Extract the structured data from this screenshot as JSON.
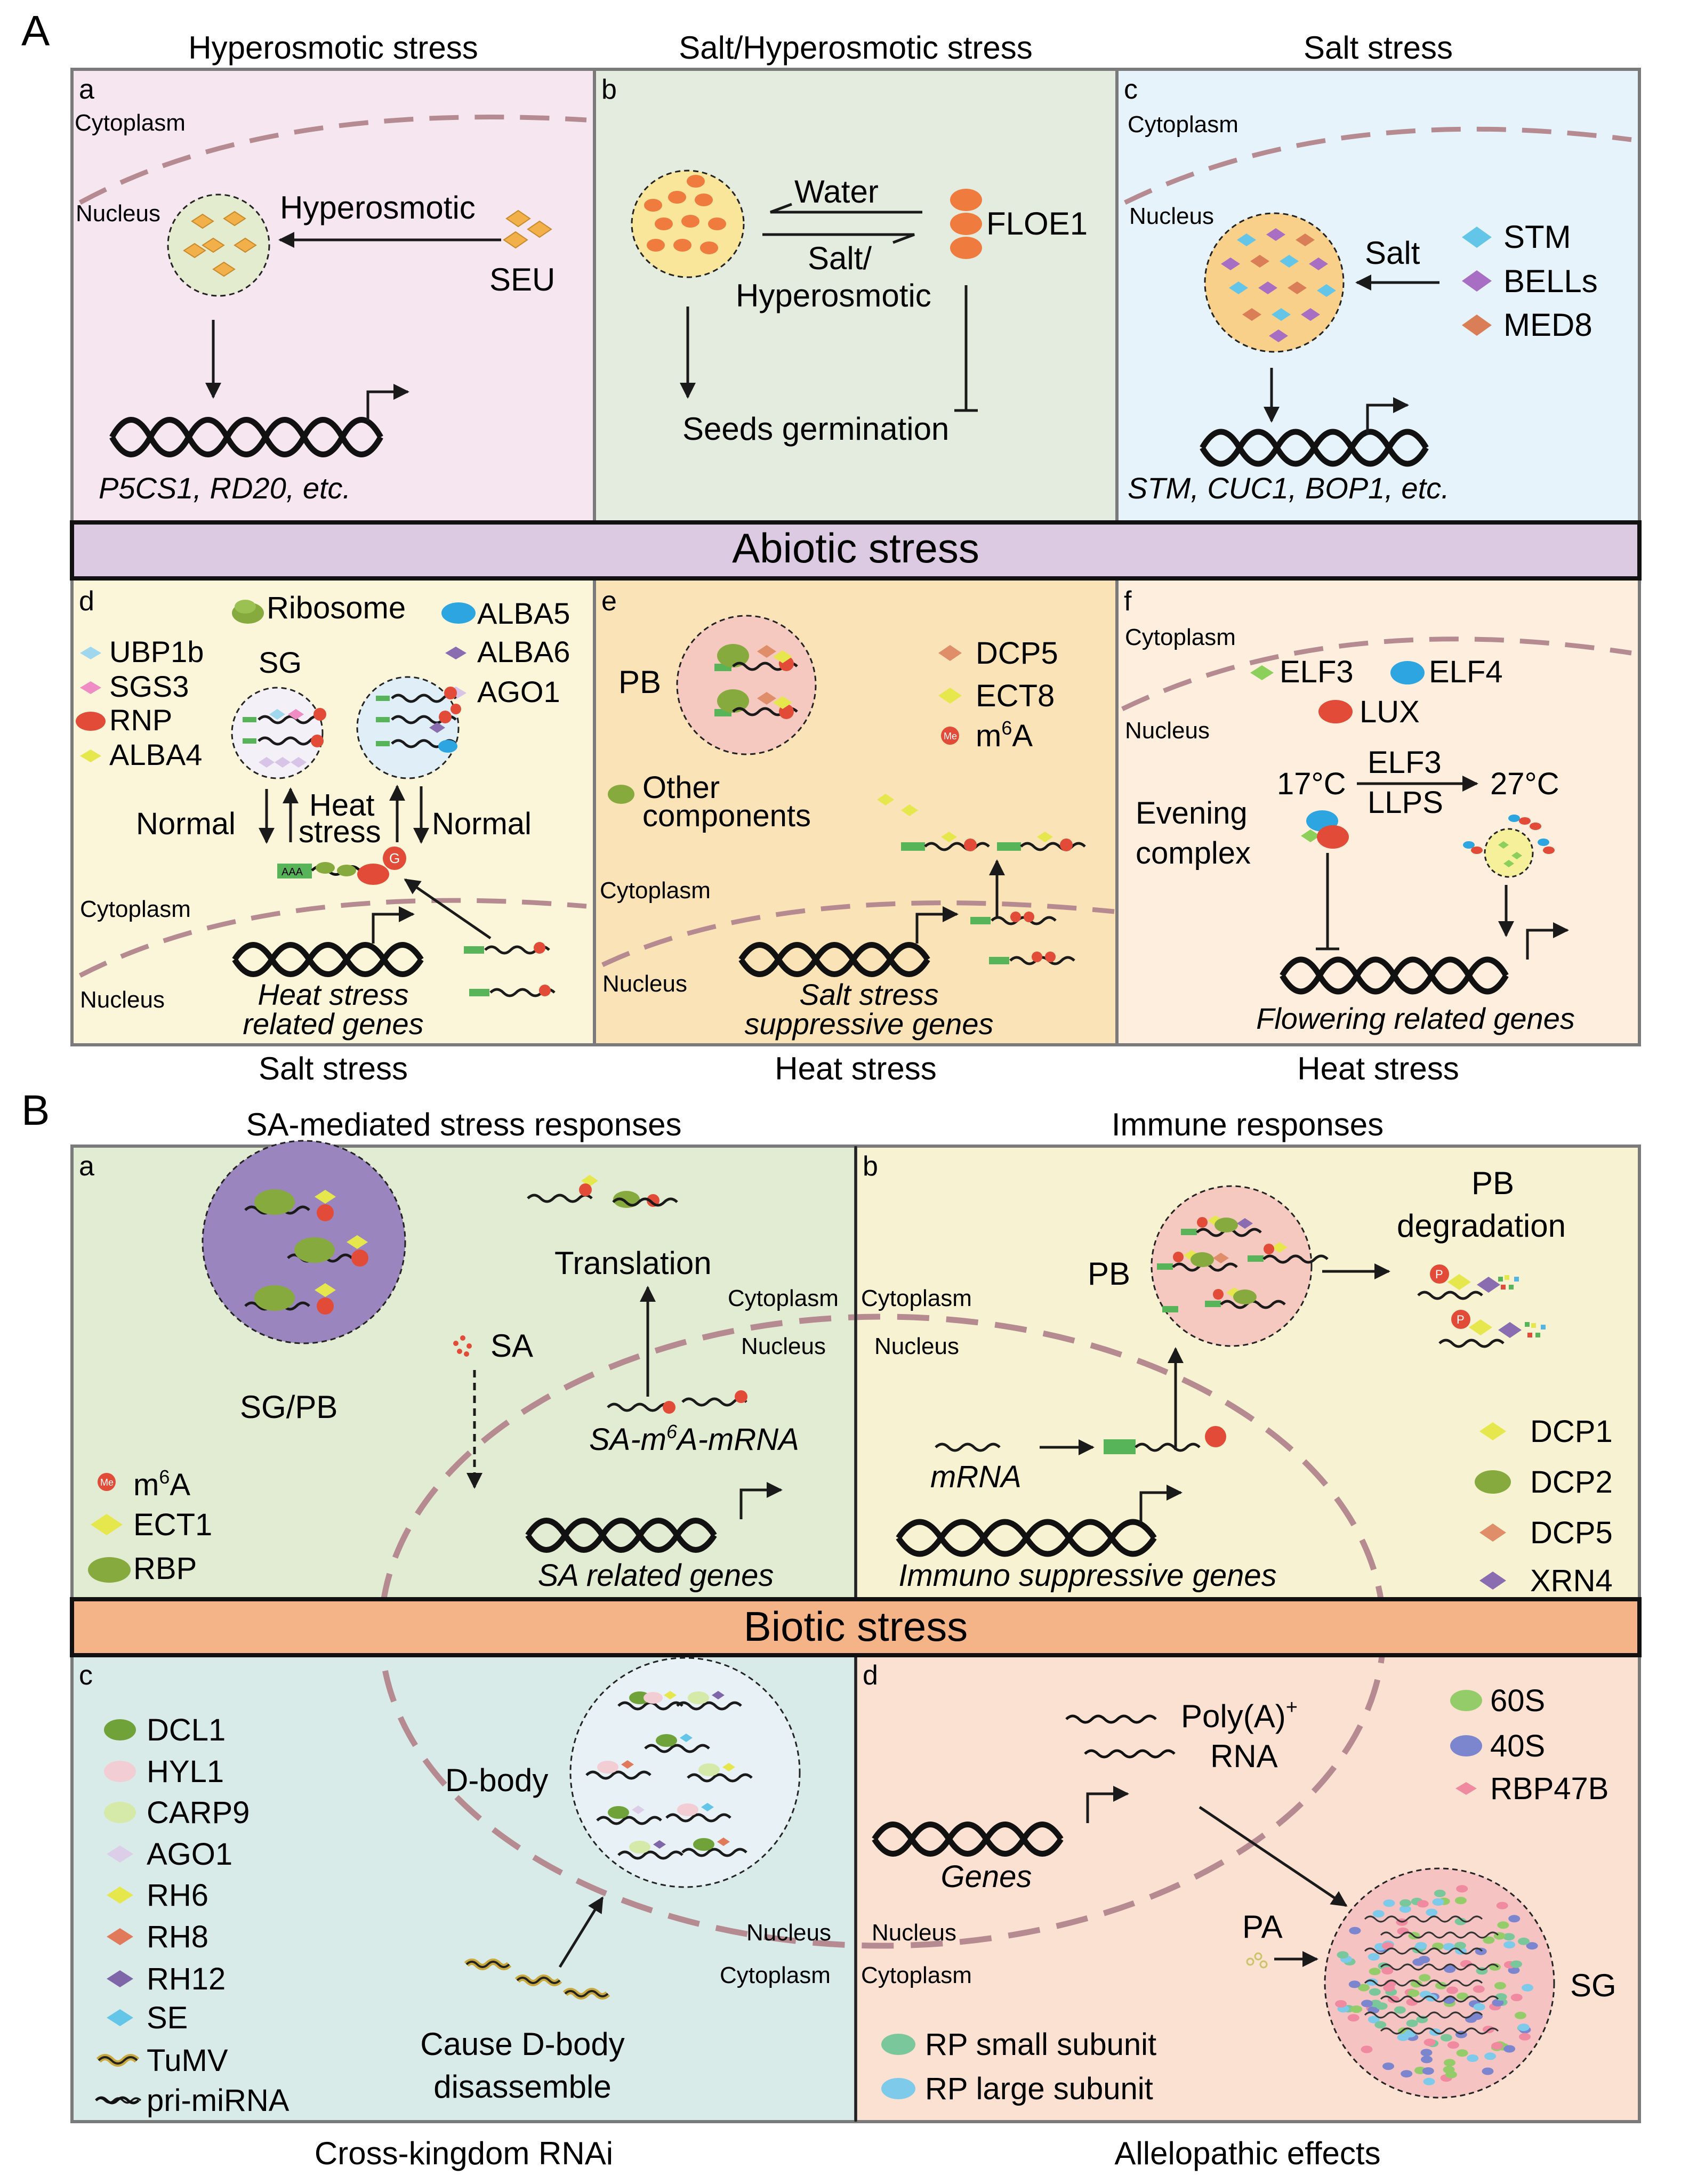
{
  "A": {
    "letter": "A",
    "top_titles": [
      "Hyperosmotic stress",
      "Salt/Hyperosmotic stress",
      "Salt stress"
    ],
    "band": "Abiotic stress",
    "bottom_titles": [
      "Salt stress",
      "Heat stress",
      "Heat stress"
    ],
    "a": {
      "letter": "a",
      "cytoplasm": "Cytoplasm",
      "nucleus": "Nucleus",
      "arrow": "Hyperosmotic",
      "protein": "SEU",
      "genes": "P5CS1, RD20, etc."
    },
    "b": {
      "letter": "b",
      "water": "Water",
      "salt": "Salt/",
      "hyper": "Hyperosmotic",
      "protein": "FLOE1",
      "outcome": "Seeds germination"
    },
    "c": {
      "letter": "c",
      "cytoplasm": "Cytoplasm",
      "nucleus": "Nucleus",
      "arrow": "Salt",
      "legend": [
        "STM",
        "BELLs",
        "MED8"
      ],
      "genes": "STM, CUC1, BOP1, etc."
    },
    "d": {
      "letter": "d",
      "legend_left": [
        "UBP1b",
        "SGS3",
        "RNP",
        "ALBA4"
      ],
      "ribosome": "Ribosome",
      "legend_right": [
        "ALBA5",
        "ALBA6",
        "AGO1"
      ],
      "sg": "SG",
      "normal": "Normal",
      "heat": "Heat",
      "stress": "stress",
      "cap": "G",
      "aaa": "AAA",
      "cytoplasm": "Cytoplasm",
      "nucleus": "Nucleus",
      "genes1": "Heat stress",
      "genes2": "related genes"
    },
    "e": {
      "letter": "e",
      "pb": "PB",
      "legend": [
        "DCP5",
        "ECT8"
      ],
      "m6a_base": "m",
      "m6a_sup": "6",
      "m6a_end": "A",
      "me": "Me",
      "other1": "Other",
      "other2": "components",
      "cytoplasm": "Cytoplasm",
      "nucleus": "Nucleus",
      "genes1": "Salt stress",
      "genes2": "suppressive genes"
    },
    "f": {
      "letter": "f",
      "cytoplasm": "Cytoplasm",
      "nucleus": "Nucleus",
      "elf3": "ELF3",
      "elf4": "ELF4",
      "lux": "LUX",
      "t1": "17°C",
      "t2": "27°C",
      "arrow_top": "ELF3",
      "arrow_bottom": "LLPS",
      "evening1": "Evening",
      "evening2": "complex",
      "genes": "Flowering related genes"
    }
  },
  "B": {
    "letter": "B",
    "top_titles": [
      "SA-mediated stress responses",
      "Immune responses"
    ],
    "band": "Biotic stress",
    "bottom_titles": [
      "Cross-kingdom RNAi",
      "Allelopathic effects"
    ],
    "a": {
      "letter": "a",
      "sgpb": "SG/PB",
      "translation": "Translation",
      "sa": "SA",
      "cytoplasm": "Cytoplasm",
      "nucleus": "Nucleus",
      "mrna_a": "SA-m",
      "mrna_sup": "6",
      "mrna_b": "A-mRNA",
      "genes": "SA related genes",
      "legend_m": "m",
      "legend_sup": "6",
      "legend_a": "A",
      "legend": [
        "ECT1",
        "RBP"
      ],
      "me": "Me"
    },
    "b": {
      "letter": "b",
      "cytoplasm": "Cytoplasm",
      "nucleus": "Nucleus",
      "pb": "PB",
      "pbdeg1": "PB",
      "pbdeg2": "degradation",
      "mrna": "mRNA",
      "genes": "Immuno suppressive genes",
      "legend": [
        "DCP1",
        "DCP2",
        "DCP5",
        "XRN4"
      ],
      "p": "P"
    },
    "c": {
      "letter": "c",
      "legend": [
        "DCL1",
        "HYL1",
        "CARP9",
        "AGO1",
        "RH6",
        "RH8",
        "RH12",
        "SE",
        "TuMV",
        "pri-miRNA"
      ],
      "dbody": "D-body",
      "nucleus": "Nucleus",
      "cytoplasm": "Cytoplasm",
      "cause1": "Cause D-body",
      "cause2": "disassemble"
    },
    "d": {
      "letter": "d",
      "polya1": "Poly(A)",
      "polya_sup": "+",
      "polya2": "RNA",
      "genes": "Genes",
      "legend": [
        "60S",
        "40S",
        "RBP47B"
      ],
      "nucleus": "Nucleus",
      "cytoplasm": "Cytoplasm",
      "pa": "PA",
      "sg": "SG",
      "rp": [
        "RP small subunit",
        "RP large subunit"
      ]
    }
  },
  "colors": {
    "panel_a": "#f5e6f0",
    "panel_b": "#e4ecdf",
    "panel_c": "#e6f3fa",
    "panel_d": "#fbf5d9",
    "panel_e": "#fbe3b8",
    "panel_f": "#fdeedd",
    "band_abiotic": "#dcc9e2",
    "band_biotic": "#f5b487",
    "B_a": "#e2ecd2",
    "B_b": "#f7f3d2",
    "B_c": "#d9ebe9",
    "B_d": "#fbe1d2",
    "membrane": "#b58a90",
    "orange": "#f07b3f",
    "yellow": "#ecec3a",
    "green": "#8ab04a",
    "red": "#e03b30",
    "blue": "#54b4e2",
    "purple": "#9478b8"
  }
}
